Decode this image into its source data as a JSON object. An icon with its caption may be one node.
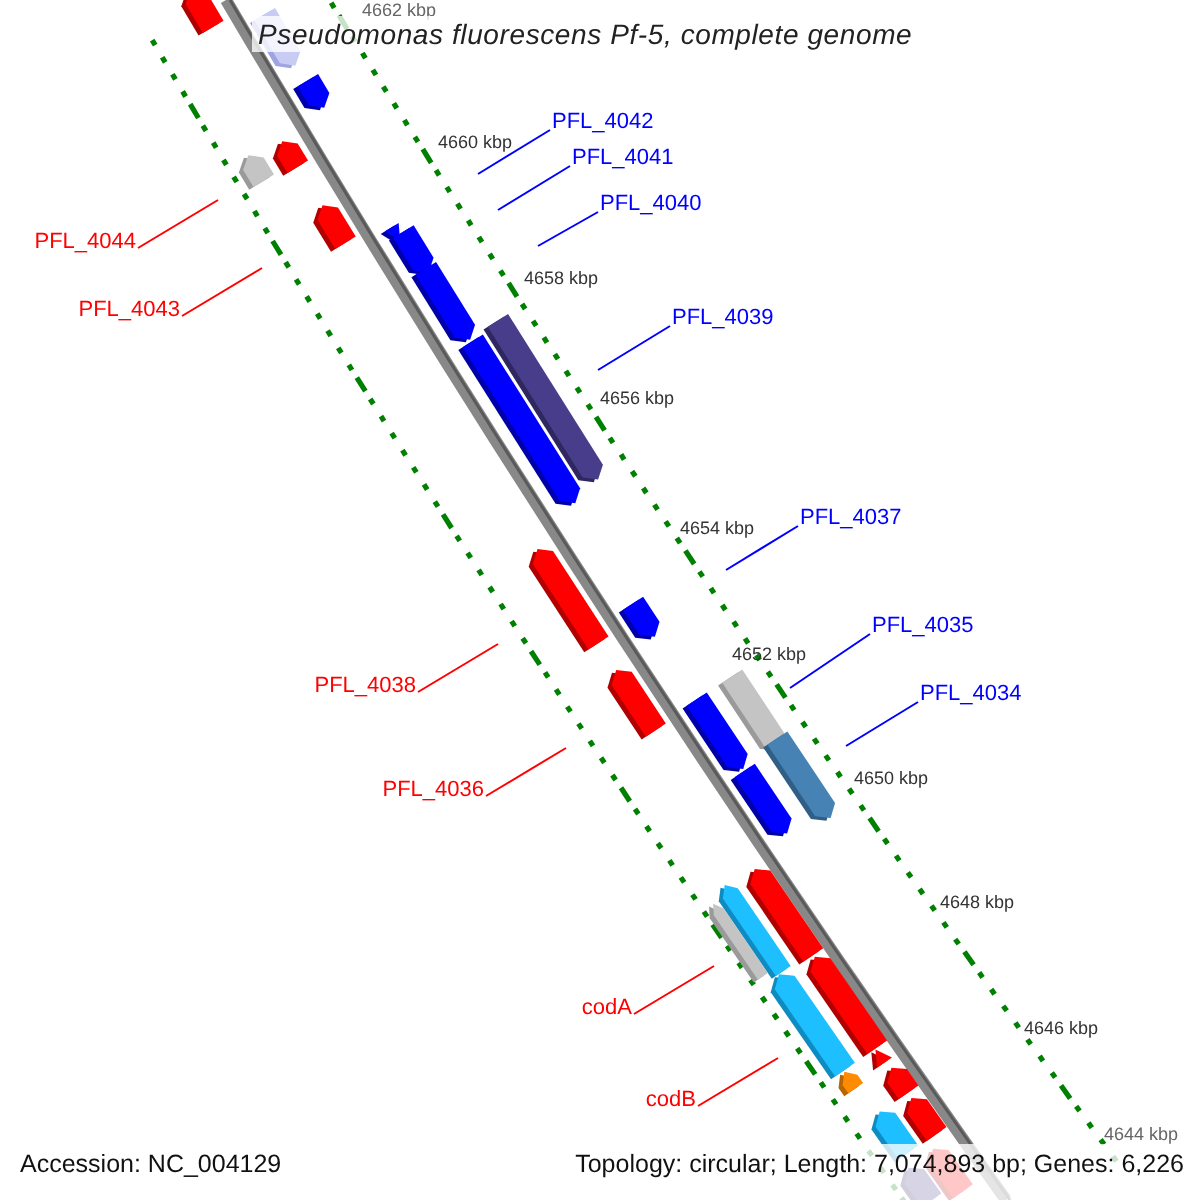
{
  "diagram": {
    "title": "Pseudomonas fluorescens Pf-5, complete genome",
    "nodes": [
      {
        "text": [
          "PFL_4042"
        ]
      },
      {
        "text": [
          "PFL_4041"
        ]
      },
      {
        "text": [
          "PFL_4040"
        ]
      },
      {
        "text": [
          "PFL_4044"
        ]
      },
      {
        "text": [
          "PFL_4043"
        ]
      },
      {
        "text": [
          "PFL_4039"
        ]
      },
      {
        "text": [
          "PFL_4037"
        ]
      },
      {
        "text": [
          "PFL_4035"
        ]
      },
      {
        "text": [
          "PFL_4038"
        ]
      },
      {
        "text": [
          "PFL_4034"
        ]
      },
      {
        "text": [
          "PFL_4036"
        ]
      },
      {
        "text": [
          "codA"
        ]
      },
      {
        "text": [
          "codB"
        ]
      }
    ],
    "edges": [
      {
        "from": 0,
        "to": null,
        "arrow": "none"
      },
      {
        "from": 1,
        "to": null,
        "arrow": "none"
      },
      {
        "from": 2,
        "to": null,
        "arrow": "none"
      },
      {
        "from": 3,
        "to": null,
        "arrow": "none",
        "color": "#ff0000"
      },
      {
        "from": 4,
        "to": null,
        "arrow": "none",
        "color": "#ff0000"
      },
      {
        "from": 5,
        "to": null,
        "arrow": "none"
      },
      {
        "from": 6,
        "to": null,
        "arrow": "none"
      },
      {
        "from": 7,
        "to": null,
        "arrow": "none"
      },
      {
        "from": 8,
        "to": null,
        "arrow": "none",
        "color": "#ff0000"
      },
      {
        "from": 9,
        "to": null,
        "arrow": "none"
      },
      {
        "from": 10,
        "to": null,
        "arrow": "none",
        "color": "#ff0000"
      },
      {
        "from": 11,
        "to": null,
        "arrow": "none",
        "color": "#ff0000"
      },
      {
        "from": 12,
        "to": null,
        "arrow": "none",
        "color": "#ff0000"
      }
    ],
    "labels": [
      "4662 kbp",
      "4660 kbp",
      "4658 kbp",
      "4656 kbp",
      "4654 kbp",
      "4652 kbp",
      "4650 kbp",
      "4648 kbp",
      "4646 kbp",
      "4644 kbp",
      "Accession: NC_004129",
      "Topology: circular; Length: 7,074,893 bp; Genes: 6,226"
    ]
  }
}
